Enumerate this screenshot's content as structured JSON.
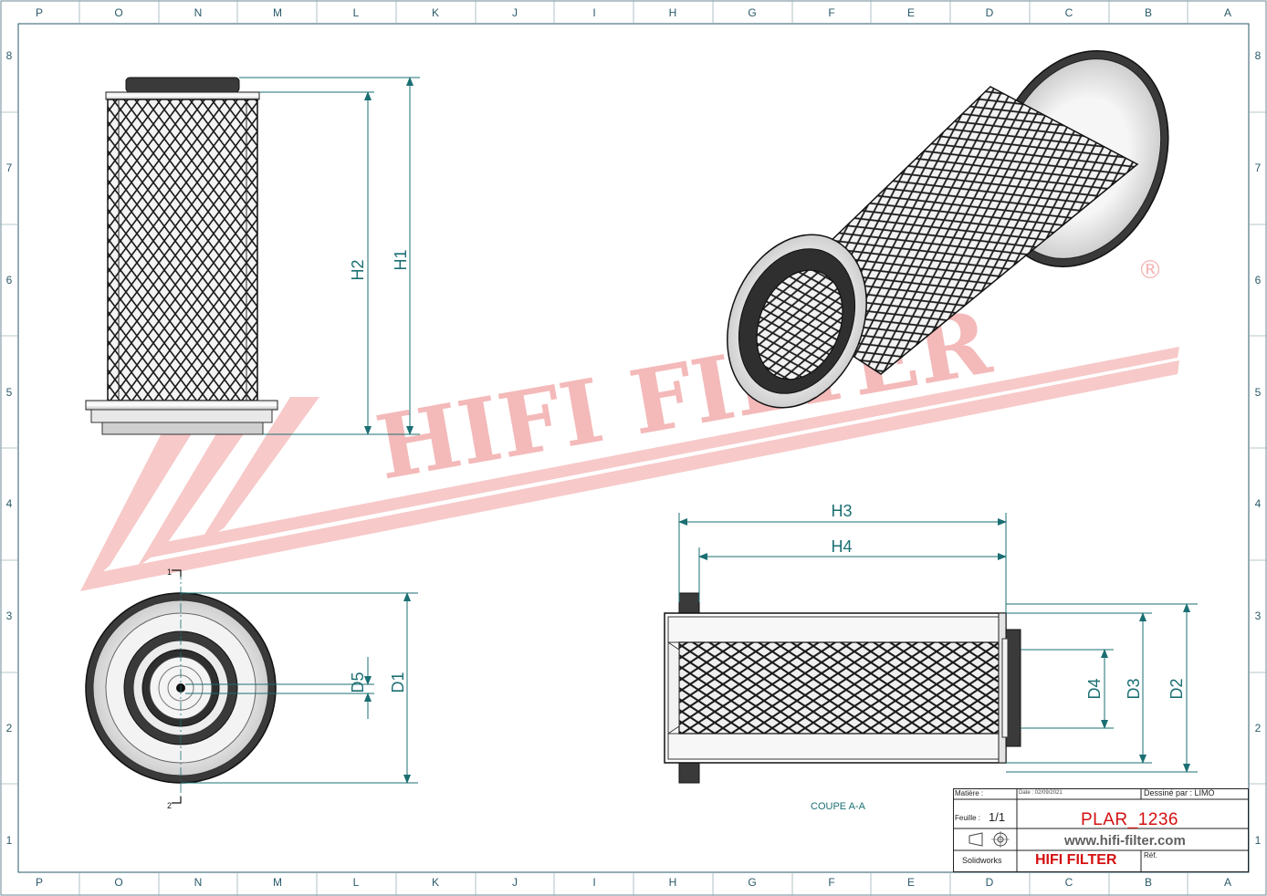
{
  "drawing": {
    "zone_letters": [
      "P",
      "O",
      "N",
      "M",
      "L",
      "K",
      "J",
      "I",
      "H",
      "G",
      "F",
      "E",
      "D",
      "C",
      "B",
      "A"
    ],
    "zone_numbers": [
      "8",
      "7",
      "6",
      "5",
      "4",
      "3",
      "2",
      "1"
    ]
  },
  "watermark": {
    "text": "HIFI FILTER",
    "registered": "®",
    "color": "#f3b2b2"
  },
  "dimensions": {
    "h1": "H1",
    "h2": "H2",
    "h3": "H3",
    "h4": "H4",
    "d1": "D1",
    "d2": "D2",
    "d3": "D3",
    "d4": "D4",
    "d5": "D5"
  },
  "section_label": "COUPE A-A",
  "section_marks": {
    "top": "1",
    "bottom": "2"
  },
  "title_block": {
    "matiere_label": "Matière :",
    "date_label": "Date : 02/09/2021",
    "dessine_label": "Dessiné par : LIMO",
    "feuille_label": "Feuille :",
    "feuille_value": "1/1",
    "part_number": "PLAR_1236",
    "website": "www.hifi-filter.com",
    "software": "Solidworks",
    "brand": "HIFI FILTER",
    "ref_label": "Réf."
  },
  "colors": {
    "dimension": "#1b6f73",
    "brand_red": "#d41010",
    "frame": "#2a5a6a"
  }
}
